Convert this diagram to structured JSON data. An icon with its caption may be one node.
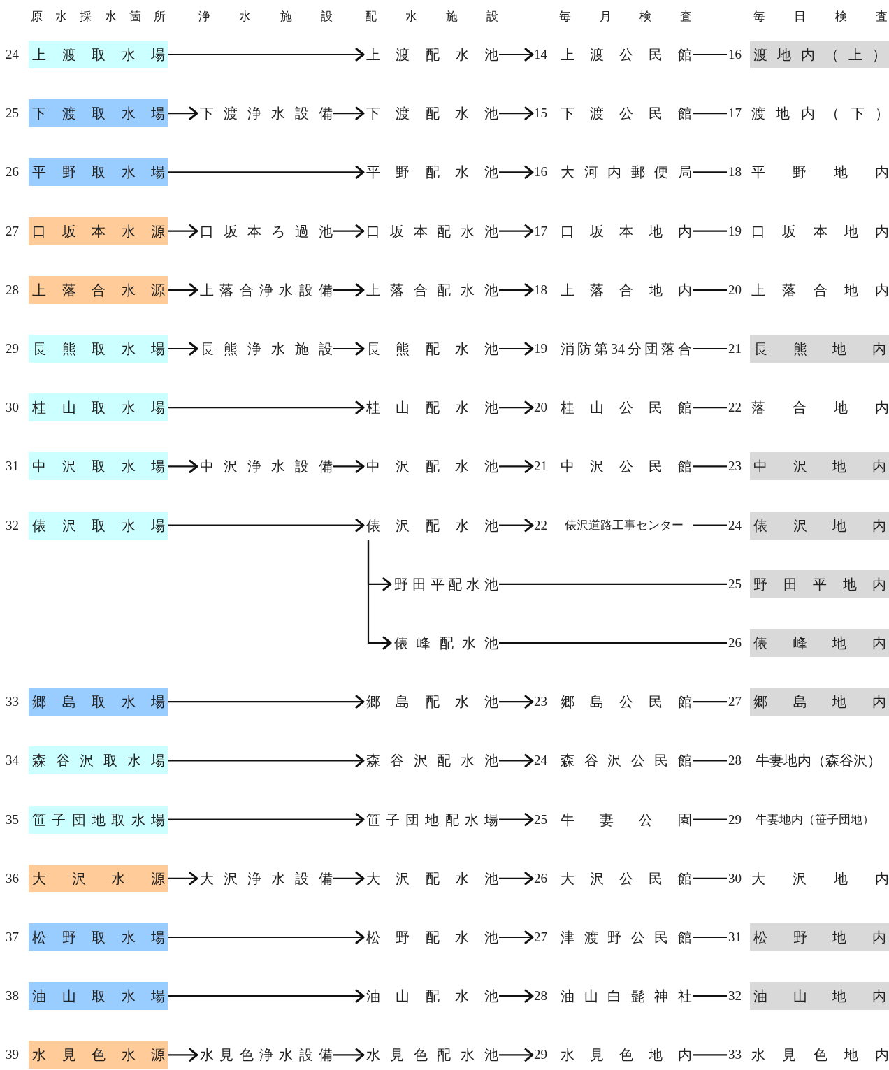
{
  "diagram": {
    "nodes": [
      {
        "text": [
          "上渡取水場"
        ],
        "beside": [
          "24"
        ]
      },
      {
        "text": [
          "上渡配水池"
        ]
      },
      {
        "text": [
          "上渡公民館"
        ],
        "beside": [
          "14"
        ]
      },
      {
        "text": [
          "渡地内（上）"
        ],
        "beside": [
          "16"
        ]
      },
      {
        "text": [
          "下渡取水場"
        ],
        "beside": [
          "25"
        ]
      },
      {
        "text": [
          "下渡浄水設備"
        ]
      },
      {
        "text": [
          "下渡配水池"
        ]
      },
      {
        "text": [
          "下渡公民館"
        ],
        "beside": [
          "15"
        ]
      },
      {
        "text": [
          "渡地内（下）"
        ],
        "beside": [
          "17"
        ]
      },
      {
        "text": [
          "平野取水場"
        ],
        "beside": [
          "26"
        ]
      },
      {
        "text": [
          "平野配水池"
        ]
      },
      {
        "text": [
          "大河内郵便局"
        ],
        "beside": [
          "16"
        ]
      },
      {
        "text": [
          "平野地内"
        ],
        "beside": [
          "18"
        ]
      },
      {
        "text": [
          "口坂本水源"
        ],
        "beside": [
          "27"
        ]
      },
      {
        "text": [
          "口坂本ろ過池"
        ]
      },
      {
        "text": [
          "口坂本配水池"
        ]
      },
      {
        "text": [
          "口坂本地内"
        ],
        "beside": [
          "17"
        ]
      },
      {
        "text": [
          "口坂本地内"
        ],
        "beside": [
          "19"
        ]
      },
      {
        "text": [
          "上落合水源"
        ],
        "beside": [
          "28"
        ]
      },
      {
        "text": [
          "上落合浄水設備"
        ]
      },
      {
        "text": [
          "上落合配水池"
        ]
      },
      {
        "text": [
          "上落合地内"
        ],
        "beside": [
          "18"
        ]
      },
      {
        "text": [
          "上落合地内"
        ],
        "beside": [
          "20"
        ]
      },
      {
        "text": [
          "長熊取水場"
        ],
        "beside": [
          "29"
        ]
      },
      {
        "text": [
          "長熊浄水施設"
        ]
      },
      {
        "text": [
          "長熊配水池"
        ]
      },
      {
        "text": [
          "消防第34分団落合"
        ],
        "beside": [
          "19"
        ]
      },
      {
        "text": [
          "長熊地内"
        ],
        "beside": [
          "21"
        ]
      },
      {
        "text": [
          "桂山取水場"
        ],
        "beside": [
          "30"
        ]
      },
      {
        "text": [
          "桂山配水池"
        ]
      },
      {
        "text": [
          "桂山公民館"
        ],
        "beside": [
          "20"
        ]
      },
      {
        "text": [
          "落合地内"
        ],
        "beside": [
          "22"
        ]
      },
      {
        "text": [
          "中沢取水場"
        ],
        "beside": [
          "31"
        ]
      },
      {
        "text": [
          "中沢浄水設備"
        ]
      },
      {
        "text": [
          "中沢配水池"
        ]
      },
      {
        "text": [
          "中沢公民館"
        ],
        "beside": [
          "21"
        ]
      },
      {
        "text": [
          "中沢地内"
        ],
        "beside": [
          "23"
        ]
      },
      {
        "text": [
          "俵沢取水場"
        ],
        "beside": [
          "32"
        ]
      },
      {
        "text": [
          "俵沢配水池"
        ]
      },
      {
        "text": [
          "俵沢道路工事センター"
        ],
        "beside": [
          "22"
        ]
      },
      {
        "text": [
          "俵沢地内"
        ],
        "beside": [
          "24"
        ]
      },
      {
        "text": [
          "野田平配水池"
        ]
      },
      {
        "text": [
          "野田平地内"
        ],
        "beside": [
          "25"
        ]
      },
      {
        "text": [
          "俵峰配水池"
        ]
      },
      {
        "text": [
          "俵峰地内"
        ],
        "beside": [
          "26"
        ]
      },
      {
        "text": [
          "郷島取水場"
        ],
        "beside": [
          "33"
        ]
      },
      {
        "text": [
          "郷島配水池"
        ]
      },
      {
        "text": [
          "郷島公民館"
        ],
        "beside": [
          "23"
        ]
      },
      {
        "text": [
          "郷島地内"
        ],
        "beside": [
          "27"
        ]
      },
      {
        "text": [
          "森谷沢取水場"
        ],
        "beside": [
          "34"
        ]
      },
      {
        "text": [
          "森谷沢配水池"
        ]
      },
      {
        "text": [
          "森谷沢公民館"
        ],
        "beside": [
          "24"
        ]
      },
      {
        "text": [
          "牛妻地内（森谷沢）"
        ],
        "beside": [
          "28"
        ]
      },
      {
        "text": [
          "笹子団地取水場"
        ],
        "beside": [
          "35"
        ]
      },
      {
        "text": [
          "笹子団地配水場"
        ]
      },
      {
        "text": [
          "牛妻公園"
        ],
        "beside": [
          "25"
        ]
      },
      {
        "text": [
          "牛妻地内（笹子団地）"
        ],
        "beside": [
          "29"
        ]
      },
      {
        "text": [
          "大沢水源"
        ],
        "beside": [
          "36"
        ]
      },
      {
        "text": [
          "大沢浄水設備"
        ]
      },
      {
        "text": [
          "大沢配水池"
        ]
      },
      {
        "text": [
          "大沢公民館"
        ],
        "beside": [
          "26"
        ]
      },
      {
        "text": [
          "大沢地内"
        ],
        "beside": [
          "30"
        ]
      },
      {
        "text": [
          "松野取水場"
        ],
        "beside": [
          "37"
        ]
      },
      {
        "text": [
          "松野配水池"
        ]
      },
      {
        "text": [
          "津渡野公民館"
        ],
        "beside": [
          "27"
        ]
      },
      {
        "text": [
          "松野地内"
        ],
        "beside": [
          "31"
        ]
      },
      {
        "text": [
          "油山取水場"
        ],
        "beside": [
          "38"
        ]
      },
      {
        "text": [
          "油山配水池"
        ]
      },
      {
        "text": [
          "油山白髭神社"
        ],
        "beside": [
          "28"
        ]
      },
      {
        "text": [
          "油山地内"
        ],
        "beside": [
          "32"
        ]
      },
      {
        "text": [
          "水見色水源"
        ],
        "beside": [
          "39"
        ]
      },
      {
        "text": [
          "水見色浄水設備"
        ]
      },
      {
        "text": [
          "水見色配水池"
        ]
      },
      {
        "text": [
          "水見色地内"
        ],
        "beside": [
          "29"
        ]
      },
      {
        "text": [
          "水見色地内"
        ],
        "beside": [
          "33"
        ]
      }
    ],
    "edges": [
      {
        "from": 0,
        "to": 1,
        "arrow": "to"
      },
      {
        "from": 1,
        "to": 2,
        "arrow": "to"
      },
      {
        "from": 2,
        "to": 3,
        "arrow": "none"
      },
      {
        "from": 4,
        "to": 5,
        "arrow": "to"
      },
      {
        "from": 5,
        "to": 6,
        "arrow": "to"
      },
      {
        "from": 6,
        "to": 7,
        "arrow": "to"
      },
      {
        "from": 7,
        "to": 8,
        "arrow": "none"
      },
      {
        "from": 9,
        "to": 10,
        "arrow": "to"
      },
      {
        "from": 10,
        "to": 11,
        "arrow": "to"
      },
      {
        "from": 11,
        "to": 12,
        "arrow": "none"
      },
      {
        "from": 13,
        "to": 14,
        "arrow": "to"
      },
      {
        "from": 14,
        "to": 15,
        "arrow": "to"
      },
      {
        "from": 15,
        "to": 16,
        "arrow": "to"
      },
      {
        "from": 16,
        "to": 17,
        "arrow": "none"
      },
      {
        "from": 18,
        "to": 19,
        "arrow": "to"
      },
      {
        "from": 19,
        "to": 20,
        "arrow": "to"
      },
      {
        "from": 20,
        "to": 21,
        "arrow": "to"
      },
      {
        "from": 21,
        "to": 22,
        "arrow": "none"
      },
      {
        "from": 23,
        "to": 24,
        "arrow": "to"
      },
      {
        "from": 24,
        "to": 25,
        "arrow": "to"
      },
      {
        "from": 25,
        "to": 26,
        "arrow": "to"
      },
      {
        "from": 26,
        "to": 27,
        "arrow": "none"
      },
      {
        "from": 28,
        "to": 29,
        "arrow": "to"
      },
      {
        "from": 29,
        "to": 30,
        "arrow": "to"
      },
      {
        "from": 30,
        "to": 31,
        "arrow": "none"
      },
      {
        "from": 32,
        "to": 33,
        "arrow": "to"
      },
      {
        "from": 33,
        "to": 34,
        "arrow": "to"
      },
      {
        "from": 34,
        "to": 35,
        "arrow": "to"
      },
      {
        "from": 35,
        "to": 36,
        "arrow": "none"
      },
      {
        "from": 37,
        "to": 38,
        "arrow": "to"
      },
      {
        "from": 38,
        "to": 39,
        "arrow": "to"
      },
      {
        "from": 39,
        "to": 40,
        "arrow": "none"
      },
      {
        "from": 38,
        "to": 41,
        "arrow": "to"
      },
      {
        "from": 41,
        "to": 42,
        "arrow": "none"
      },
      {
        "from": 38,
        "to": 43,
        "arrow": "to"
      },
      {
        "from": 43,
        "to": 44,
        "arrow": "none"
      },
      {
        "from": 45,
        "to": 46,
        "arrow": "to"
      },
      {
        "from": 46,
        "to": 47,
        "arrow": "to"
      },
      {
        "from": 47,
        "to": 48,
        "arrow": "none"
      },
      {
        "from": 49,
        "to": 50,
        "arrow": "to"
      },
      {
        "from": 50,
        "to": 51,
        "arrow": "to"
      },
      {
        "from": 51,
        "to": 52,
        "arrow": "none"
      },
      {
        "from": 53,
        "to": 54,
        "arrow": "to"
      },
      {
        "from": 54,
        "to": 55,
        "arrow": "to"
      },
      {
        "from": 55,
        "to": 56,
        "arrow": "none"
      },
      {
        "from": 57,
        "to": 58,
        "arrow": "to"
      },
      {
        "from": 58,
        "to": 59,
        "arrow": "to"
      },
      {
        "from": 59,
        "to": 60,
        "arrow": "to"
      },
      {
        "from": 60,
        "to": 61,
        "arrow": "none"
      },
      {
        "from": 62,
        "to": 63,
        "arrow": "to"
      },
      {
        "from": 63,
        "to": 64,
        "arrow": "to"
      },
      {
        "from": 64,
        "to": 65,
        "arrow": "none"
      },
      {
        "from": 66,
        "to": 67,
        "arrow": "to"
      },
      {
        "from": 67,
        "to": 68,
        "arrow": "to"
      },
      {
        "from": 68,
        "to": 69,
        "arrow": "none"
      },
      {
        "from": 70,
        "to": 71,
        "arrow": "to"
      },
      {
        "from": 71,
        "to": 72,
        "arrow": "to"
      },
      {
        "from": 72,
        "to": 73,
        "arrow": "to"
      },
      {
        "from": 73,
        "to": 74,
        "arrow": "none"
      }
    ],
    "labels": [
      "原水採水箇所",
      "浄水施設",
      "配水施設",
      "毎月検査",
      "毎日検査"
    ]
  }
}
